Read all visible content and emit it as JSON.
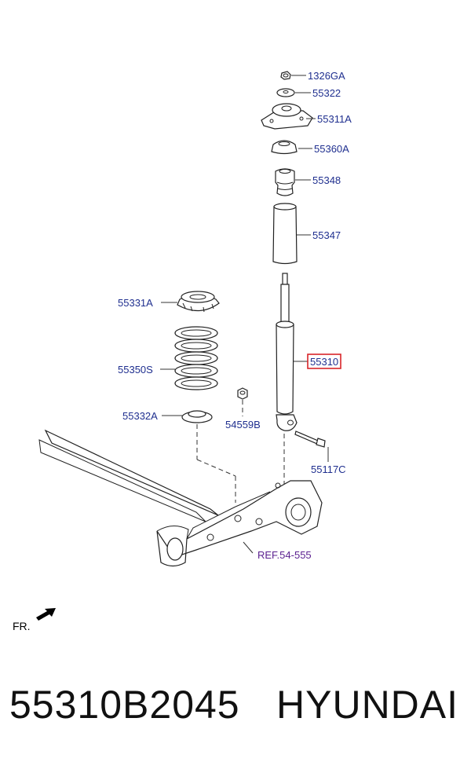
{
  "labels": {
    "p1326GA": "1326GA",
    "p55322": "55322",
    "p55311A": "55311A",
    "p55360A": "55360A",
    "p55348": "55348",
    "p55347": "55347",
    "p55331A": "55331A",
    "p55310": "55310",
    "p55350S": "55350S",
    "p54559B": "54559B",
    "p55332A": "55332A",
    "p55117C": "55117C",
    "ref": "REF.54-555",
    "fr": "FR."
  },
  "caption": {
    "part_number": "55310B2045",
    "brand": "HYUNDAI"
  },
  "colors": {
    "label": "#1f2f8f",
    "highlight": "#d9252a",
    "ref": "#5a1f8f"
  }
}
